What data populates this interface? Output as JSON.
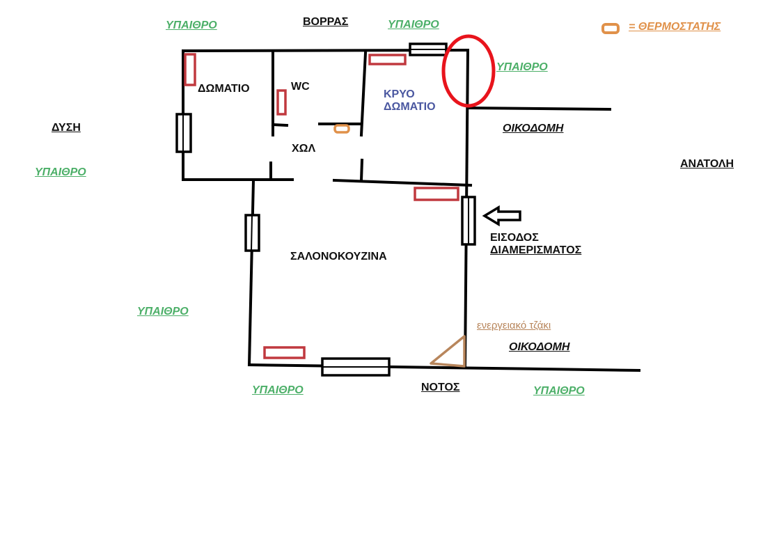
{
  "colors": {
    "wall": "#000000",
    "window": "#000000",
    "radiator": "#c0393f",
    "thermostat": "#e0914a",
    "fireplace": "#b8865c",
    "highlight_circle": "#e8141c",
    "outdoor_label": "#4caf68",
    "room_label_cold": "#4a57a0"
  },
  "compass": {
    "north": "ΒΟΡΡΑΣ",
    "south": "ΝΟΤΟΣ",
    "east": "ΑΝΑΤΟΛΗ",
    "west": "ΔΥΣΗ"
  },
  "legend": {
    "symbol": "thermostat-symbol",
    "label": "= ΘΕΡΜΟΣΤΑΤΗΣ"
  },
  "outdoor_labels": [
    "ΥΠΑΙΘΡΟ",
    "ΥΠΑΙΘΡΟ",
    "ΥΠΑΙΘΡΟ",
    "ΥΠΑΙΘΡΟ",
    "ΥΠΑΙΘΡΟ",
    "ΥΠΑΙΘΡΟ",
    "ΥΠΑΙΘΡΟ"
  ],
  "building_labels": [
    "ΟΙΚΟΔΟΜΗ",
    "ΟΙΚΟΔΟΜΗ"
  ],
  "rooms": {
    "bedroom": "ΔΩΜΑΤΙΟ",
    "wc": "WC",
    "cold_room_line1": "ΚΡΥΟ",
    "cold_room_line2": "ΔΩΜΑΤΙΟ",
    "hall": "ΧΩΛ",
    "living_kitchen": "ΣΑΛΟΝΟΚΟΥΖΙΝΑ"
  },
  "entrance": {
    "line1": "ΕΙΣΟΔΟΣ",
    "line2": "ΔΙΑΜΕΡΙΣΜΑΤΟΣ"
  },
  "fireplace_label": "ενεργειακό τζάκι"
}
